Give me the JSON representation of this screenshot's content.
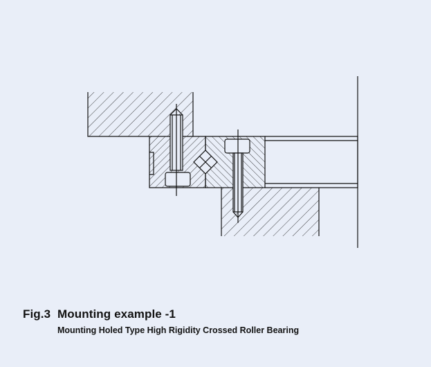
{
  "figure": {
    "number": "Fig.3",
    "title": "Mounting example -1",
    "subtitle": "Mounting Holed Type High Rigidity Crossed Roller Bearing"
  },
  "colors": {
    "background": "#e9eef8",
    "line": "#111111"
  }
}
